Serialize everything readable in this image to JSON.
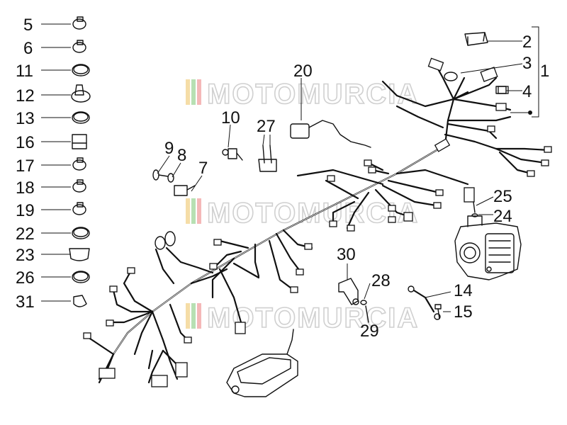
{
  "watermark": {
    "text": "MOTOMURCIA",
    "stripe_colors": [
      "#f2d28a",
      "#9fd59a",
      "#f0a0a0"
    ]
  },
  "callouts": {
    "left_column": [
      "5",
      "6",
      "11",
      "12",
      "13",
      "16",
      "17",
      "18",
      "19",
      "22",
      "23",
      "26",
      "31"
    ],
    "n1": "1",
    "n2": "2",
    "n3": "3",
    "n4": "4",
    "n7": "7",
    "n8": "8",
    "n9": "9",
    "n10": "10",
    "n14": "14",
    "n15": "15",
    "n20": "20",
    "n24": "24",
    "n25": "25",
    "n27": "27",
    "n28": "28",
    "n29": "29",
    "n30": "30"
  }
}
